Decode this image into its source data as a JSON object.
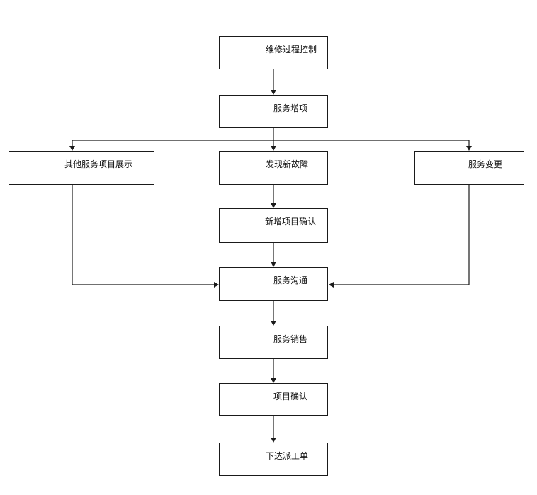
{
  "diagram": {
    "nodes": {
      "maintenance_control": "维修过程控制",
      "service_addition": "服务增项",
      "other_services_display": "其他服务项目展示",
      "new_fault_found": "发现新故障",
      "service_change": "服务变更",
      "new_item_confirm": "新增项目确认",
      "service_communication": "服务沟通",
      "service_sales": "服务销售",
      "item_confirm": "项目确认",
      "issue_work_order": "下达派工单"
    }
  }
}
